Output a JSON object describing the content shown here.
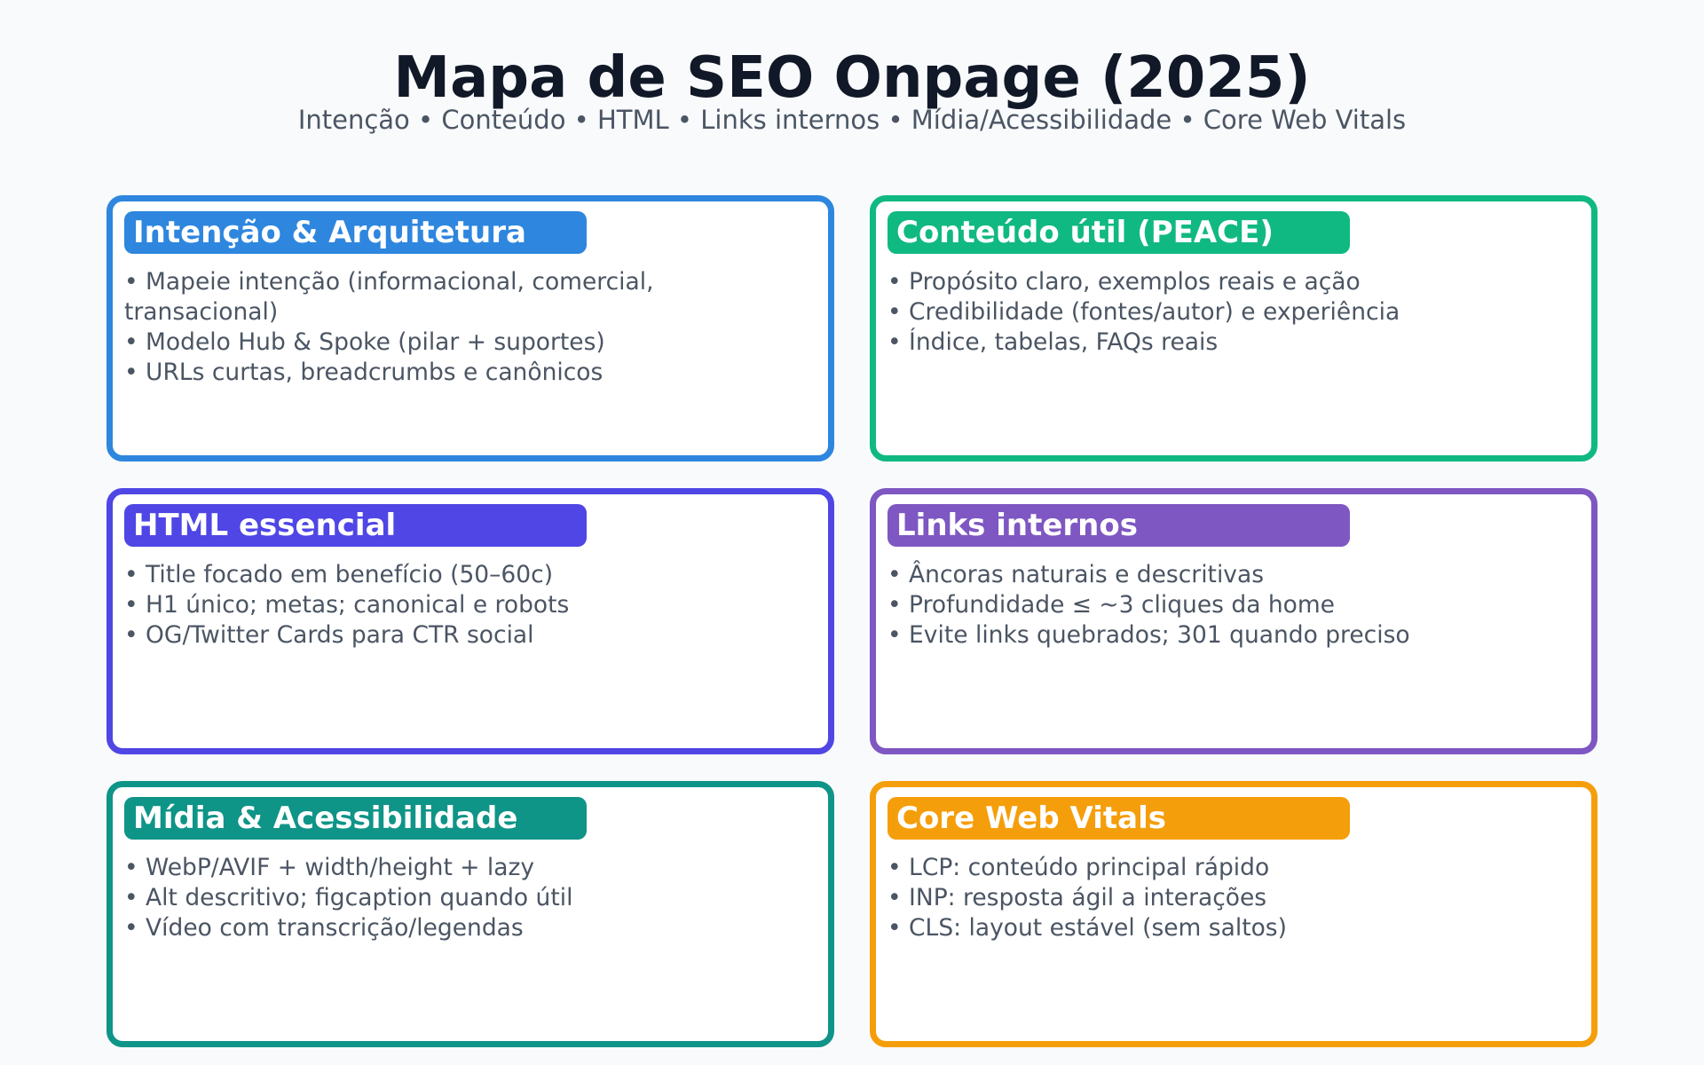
{
  "header": {
    "title": "Mapa de SEO Onpage (2025)",
    "subtitle": "Intenção • Conteúdo • HTML • Links internos • Mídia/Acessibilidade • Core Web Vitals"
  },
  "colors": {
    "background": "#f8fafc",
    "title": "#111827",
    "body_text": "#4b5563"
  },
  "cards": [
    {
      "title": "Intenção & Arquitetura",
      "color": "#2e86de",
      "items": [
        "• Mapeie intenção (informacional, comercial, transacional)",
        "• Modelo Hub & Spoke (pilar + suportes)",
        "• URLs curtas, breadcrumbs e canônicos"
      ]
    },
    {
      "title": "Conteúdo útil (PEACE)",
      "color": "#10b981",
      "items": [
        "• Propósito claro, exemplos reais e ação",
        "• Credibilidade (fontes/autor) e experiência",
        "• Índice, tabelas, FAQs reais"
      ]
    },
    {
      "title": "HTML essencial",
      "color": "#4f46e5",
      "items": [
        "• Title focado em benefício (50–60c)",
        "• H1 único; metas; canonical e robots",
        "• OG/Twitter Cards para CTR social"
      ]
    },
    {
      "title": "Links internos",
      "color": "#7e57c2",
      "items": [
        "• Âncoras naturais e descritivas",
        "• Profundidade ≤ ~3 cliques da home",
        "• Evite links quebrados; 301 quando preciso"
      ]
    },
    {
      "title": "Mídia & Acessibilidade",
      "color": "#0f9488",
      "items": [
        "• WebP/AVIF + width/height + lazy",
        "• Alt descritivo; figcaption quando útil",
        "• Vídeo com transcrição/legendas"
      ]
    },
    {
      "title": "Core Web Vitals",
      "color": "#f59e0b",
      "items": [
        "• LCP: conteúdo principal rápido",
        "• INP: resposta ágil a interações",
        "• CLS: layout estável (sem saltos)"
      ]
    }
  ]
}
